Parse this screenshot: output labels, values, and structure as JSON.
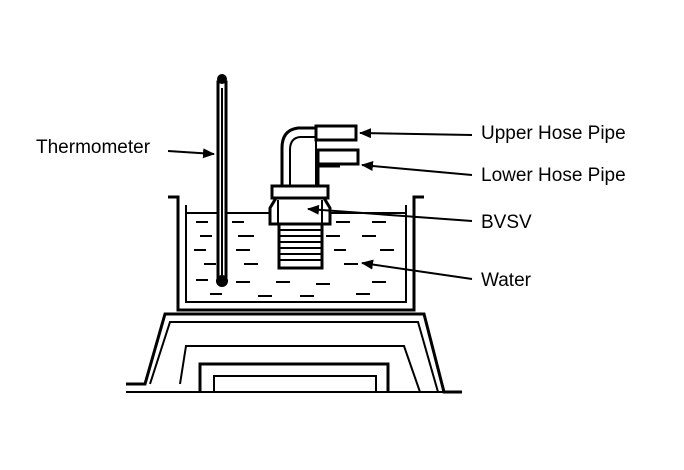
{
  "labels": {
    "thermometer": "Thermometer",
    "upper_hose_pipe": "Upper Hose Pipe",
    "lower_hose_pipe": "Lower Hose Pipe",
    "bvsv": "BVSV",
    "water": "Water"
  }
}
